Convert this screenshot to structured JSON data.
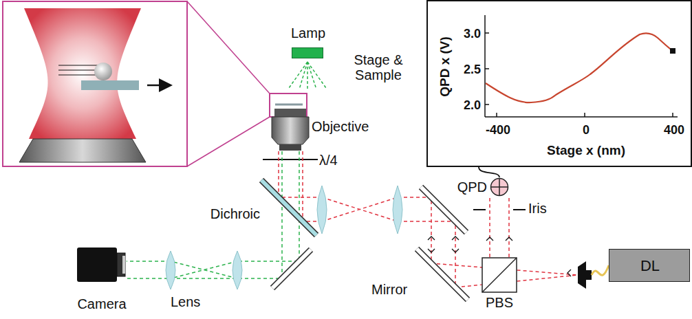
{
  "diagram": {
    "nodes": [
      {
        "text": [
          "Lamp"
        ]
      },
      {
        "text": [
          "QPD x (V)",
          "Stage x (nm)",
          "3.0",
          "2.5",
          "2.0",
          "-400",
          "0",
          "400"
        ]
      },
      {
        "text": [
          "QPD"
        ]
      },
      {
        "text": [
          "Camera"
        ]
      },
      {
        "text": [
          "PBS"
        ]
      },
      {
        "text": [
          "DL"
        ]
      }
    ],
    "edges": [
      {
        "from": 2,
        "to": 1,
        "arrow": "none"
      }
    ],
    "labels": [
      "Stage & Sample",
      "Objective",
      "λ/4",
      "Dichroic",
      "Mirror",
      "Lens",
      "Iris"
    ]
  }
}
